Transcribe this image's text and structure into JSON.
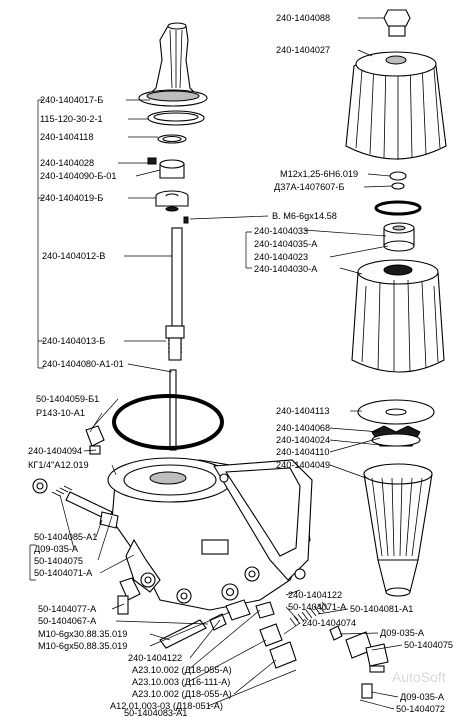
{
  "labels": {
    "l01": "240-1404017-Б",
    "l02": "115-120-30-2-1",
    "l03": "240-1404118",
    "l04": "240-1404028",
    "l05": "240-1404090-Б-01",
    "l06": "240-1404019-Б",
    "l07": "240-1404012-В",
    "l08": "240-1404013-Б",
    "l09": "240-1404080-А1-01",
    "l10": "50-1404059-Б1",
    "l11": "Р143-10-А1",
    "l12": "240-1404094",
    "l13": "КГ1/4\"А12.019",
    "l14": "50-1404085-А1",
    "l15": "Д09-035-А",
    "l16": "50-1404075",
    "l17": "50-1404071-А",
    "l18": "50-1404077-А",
    "l19": "50-1404067-А",
    "l20": "М10-6gх30.88.35.019",
    "l21": "М10-6gх50.88.35.019",
    "l22": "240-1404122",
    "l23": "А23.10.002 (Д18-055-А)",
    "l24": "А23.10.003 (Д16-111-А)",
    "l25": "А23.10.002 (Д18-055-А)",
    "l26": "А12.01.003-03 (Д18-051-А)",
    "l27": "50-1404083-А1",
    "r01": "240-1404088",
    "r02": "240-1404027",
    "r03": "М12х1,25-6Н6.019",
    "r04": "Д37А-1407607-Б",
    "r05": "В. М6-6gх14.58",
    "r06": "240-1404033",
    "r07": "240-1404035-А",
    "r08": "240-1404023",
    "r09": "240-1404030-А",
    "r10": "240-1404113",
    "r11": "240-1404068",
    "r12": "240-1404024",
    "r13": "240-1404110",
    "r14": "240-1404049",
    "r15": "240-1404122",
    "r16": "50-1404071-А",
    "r17": "50-1404081-А1",
    "r18": "240-1404074",
    "r19": "Д09-035-А",
    "r20": "50-1404075",
    "r21": "Д09-035-А",
    "r22": "50-1404072"
  },
  "watermark": "AutoSoft"
}
